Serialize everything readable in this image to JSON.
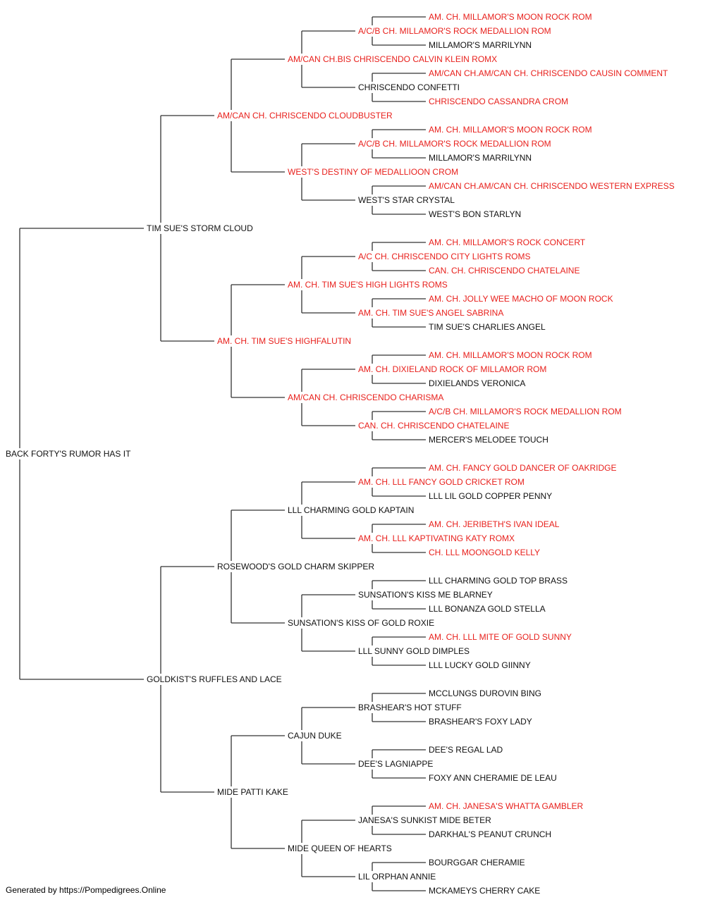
{
  "colors": {
    "champion": "#e8201c",
    "normal": "#111111",
    "connector": "#333333"
  },
  "pedigree": {
    "name": "BACK FORTY'S RUMOR HAS IT",
    "ch": false,
    "sire": {
      "name": "TIM SUE'S STORM CLOUD",
      "ch": false,
      "sire": {
        "name": "AM/CAN CH. CHRISCENDO CLOUDBUSTER",
        "ch": true,
        "sire": {
          "name": "AM/CAN CH.BIS CHRISCENDO CALVIN KLEIN ROMX",
          "ch": true,
          "sire": {
            "name": "A/C/B CH. MILLAMOR'S ROCK MEDALLION ROM",
            "ch": true,
            "sire": {
              "name": "AM. CH. MILLAMOR'S MOON ROCK ROM",
              "ch": true
            },
            "dam": {
              "name": "MILLAMOR'S MARRILYNN",
              "ch": false
            }
          },
          "dam": {
            "name": "CHRISCENDO CONFETTI",
            "ch": false,
            "sire": {
              "name": "AM/CAN CH.AM/CAN CH. CHRISCENDO CAUSIN COMMENT",
              "ch": true
            },
            "dam": {
              "name": "CHRISCENDO CASSANDRA CROM",
              "ch": true
            }
          }
        },
        "dam": {
          "name": "WEST'S DESTINY OF MEDALLIOON CROM",
          "ch": true,
          "sire": {
            "name": "A/C/B CH. MILLAMOR'S ROCK MEDALLION ROM",
            "ch": true,
            "sire": {
              "name": "AM. CH. MILLAMOR'S MOON ROCK ROM",
              "ch": true
            },
            "dam": {
              "name": "MILLAMOR'S MARRILYNN",
              "ch": false
            }
          },
          "dam": {
            "name": "WEST'S STAR CRYSTAL",
            "ch": false,
            "sire": {
              "name": "AM/CAN CH.AM/CAN CH. CHRISCENDO WESTERN EXPRESS",
              "ch": true
            },
            "dam": {
              "name": "WEST'S BON STARLYN",
              "ch": false
            }
          }
        }
      },
      "dam": {
        "name": "AM. CH. TIM SUE'S HIGHFALUTIN",
        "ch": true,
        "sire": {
          "name": "AM. CH. TIM SUE'S HIGH LIGHTS ROMS",
          "ch": true,
          "sire": {
            "name": "A/C CH. CHRISCENDO CITY LIGHTS ROMS",
            "ch": true,
            "sire": {
              "name": "AM. CH. MILLAMOR'S ROCK CONCERT",
              "ch": true
            },
            "dam": {
              "name": "CAN. CH. CHRISCENDO CHATELAINE",
              "ch": true
            }
          },
          "dam": {
            "name": "AM. CH. TIM SUE'S ANGEL SABRINA",
            "ch": true,
            "sire": {
              "name": "AM. CH. JOLLY WEE MACHO OF MOON ROCK",
              "ch": true
            },
            "dam": {
              "name": "TIM SUE'S CHARLIES ANGEL",
              "ch": false
            }
          }
        },
        "dam": {
          "name": "AM/CAN CH. CHRISCENDO CHARISMA",
          "ch": true,
          "sire": {
            "name": "AM. CH. DIXIELAND ROCK OF MILLAMOR ROM",
            "ch": true,
            "sire": {
              "name": "AM. CH. MILLAMOR'S MOON ROCK ROM",
              "ch": true
            },
            "dam": {
              "name": "DIXIELANDS VERONICA",
              "ch": false
            }
          },
          "dam": {
            "name": "CAN. CH. CHRISCENDO CHATELAINE",
            "ch": true,
            "sire": {
              "name": "A/C/B CH. MILLAMOR'S ROCK MEDALLION ROM",
              "ch": true
            },
            "dam": {
              "name": "MERCER'S MELODEE TOUCH",
              "ch": false
            }
          }
        }
      }
    },
    "dam": {
      "name": "GOLDKIST'S RUFFLES AND LACE",
      "ch": false,
      "sire": {
        "name": "ROSEWOOD'S GOLD CHARM SKIPPER",
        "ch": false,
        "sire": {
          "name": "LLL CHARMING GOLD KAPTAIN",
          "ch": false,
          "sire": {
            "name": "AM. CH. LLL FANCY GOLD CRICKET ROM",
            "ch": true,
            "sire": {
              "name": "AM. CH. FANCY GOLD DANCER OF OAKRIDGE",
              "ch": true
            },
            "dam": {
              "name": "LLL LIL GOLD COPPER PENNY",
              "ch": false
            }
          },
          "dam": {
            "name": "AM. CH. LLL KAPTIVATING KATY ROMX",
            "ch": true,
            "sire": {
              "name": "AM. CH. JERIBETH'S IVAN IDEAL",
              "ch": true
            },
            "dam": {
              "name": "CH. LLL MOONGOLD KELLY",
              "ch": true
            }
          }
        },
        "dam": {
          "name": "SUNSATION'S KISS OF GOLD ROXIE",
          "ch": false,
          "sire": {
            "name": "SUNSATION'S KISS ME BLARNEY",
            "ch": false,
            "sire": {
              "name": "LLL CHARMING GOLD TOP BRASS",
              "ch": false
            },
            "dam": {
              "name": "LLL BONANZA GOLD STELLA",
              "ch": false
            }
          },
          "dam": {
            "name": "LLL SUNNY GOLD DIMPLES",
            "ch": false,
            "sire": {
              "name": "AM. CH. LLL MITE OF GOLD SUNNY",
              "ch": true
            },
            "dam": {
              "name": "LLL LUCKY GOLD GIINNY",
              "ch": false
            }
          }
        }
      },
      "dam": {
        "name": "MIDE PATTI KAKE",
        "ch": false,
        "sire": {
          "name": "CAJUN DUKE",
          "ch": false,
          "sire": {
            "name": "BRASHEAR'S HOT STUFF",
            "ch": false,
            "sire": {
              "name": "MCCLUNGS DUROVIN BING",
              "ch": false
            },
            "dam": {
              "name": "BRASHEAR'S FOXY LADY",
              "ch": false
            }
          },
          "dam": {
            "name": "DEE'S LAGNIAPPE",
            "ch": false,
            "sire": {
              "name": "DEE'S REGAL LAD",
              "ch": false
            },
            "dam": {
              "name": "FOXY ANN CHERAMIE DE LEAU",
              "ch": false
            }
          }
        },
        "dam": {
          "name": "MIDE QUEEN OF HEARTS",
          "ch": false,
          "sire": {
            "name": "JANESA'S SUNKIST MIDE BETER",
            "ch": false,
            "sire": {
              "name": "AM. CH. JANESA'S WHATTA GAMBLER",
              "ch": true
            },
            "dam": {
              "name": "DARKHAL'S PEANUT CRUNCH",
              "ch": false
            }
          },
          "dam": {
            "name": "LIL ORPHAN ANNIE",
            "ch": false,
            "sire": {
              "name": "BOURGGAR CHERAMIE",
              "ch": false
            },
            "dam": {
              "name": "MCKAMEYS CHERRY CAKE",
              "ch": false
            }
          }
        }
      }
    }
  },
  "footer": {
    "text": "Generated by https://Pompedigrees.Online"
  }
}
